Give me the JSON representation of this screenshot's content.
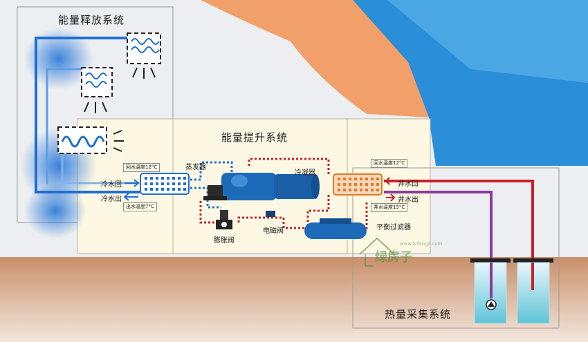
{
  "systems": {
    "release": "能量释放系统",
    "boost": "能量提升系统",
    "collect": "热量采集系统"
  },
  "components": {
    "evaporator": "蒸发器",
    "condenser": "冷凝器",
    "expansion_valve": "膨胀阀",
    "solenoid_valve": "电磁阀",
    "balance_filter": "平衡过滤器"
  },
  "left_ports": {
    "cold_return": "冷水回",
    "cold_out": "冷水出",
    "return_temp": "回水温度12°C",
    "out_temp": "出水温度7°C"
  },
  "right_ports": {
    "well_return": "井水回",
    "well_out": "井水出",
    "return_temp": "回水温度12°C",
    "well_temp": "井水温度15°C"
  },
  "watermark": {
    "url": "www.lvfangz.com",
    "brand": "绿房子"
  },
  "colors": {
    "hot": "#c8202a",
    "cold": "#1f6fd0",
    "roof": "#f2a06a",
    "sky": "#2a8fd8",
    "ground": "#c98f6a",
    "panel": "#fdf8e4"
  }
}
